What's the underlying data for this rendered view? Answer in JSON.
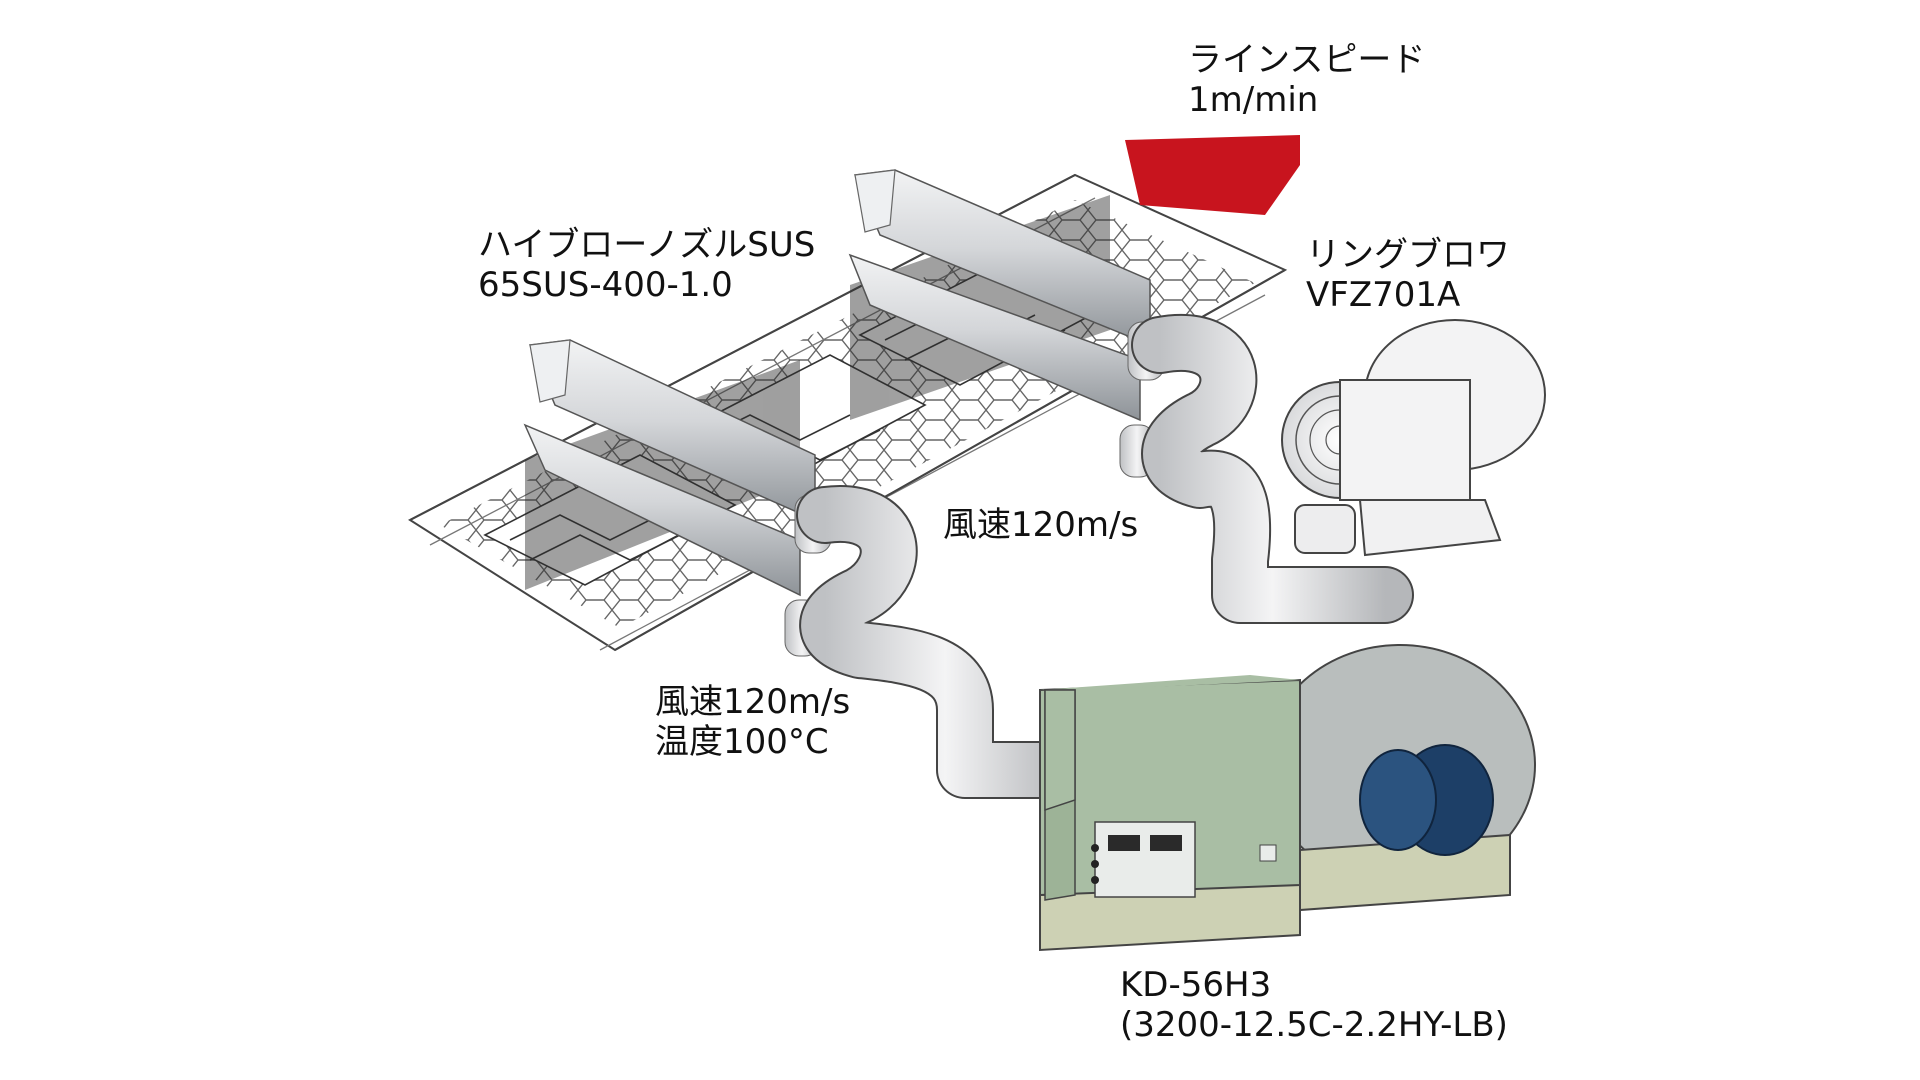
{
  "colors": {
    "arrow": "#c8141e",
    "nozzle": "#d4d6d9",
    "nozzle_dark": "#8e9398",
    "duct": "#e3e4e6",
    "heater_body": "#a9bea4",
    "heater_base": "#cdd1b4",
    "motor": "#1d3f67",
    "outline": "#333333"
  },
  "labels": {
    "line_speed": {
      "title": "ラインスピード",
      "value": "1m/min"
    },
    "nozzle": {
      "name": "ハイブローノズルSUS",
      "model": "65SUS-400-1.0"
    },
    "ring_blower": {
      "name": "リングブロワ",
      "model": "VFZ701A"
    },
    "airflow_upper": {
      "speed": "風速120m/s"
    },
    "airflow_lower": {
      "speed": "風速120m/s",
      "temperature": "温度100°C"
    },
    "heater": {
      "model": "KD-56H3",
      "spec": "(3200-12.5C-2.2HY-LB)"
    }
  }
}
